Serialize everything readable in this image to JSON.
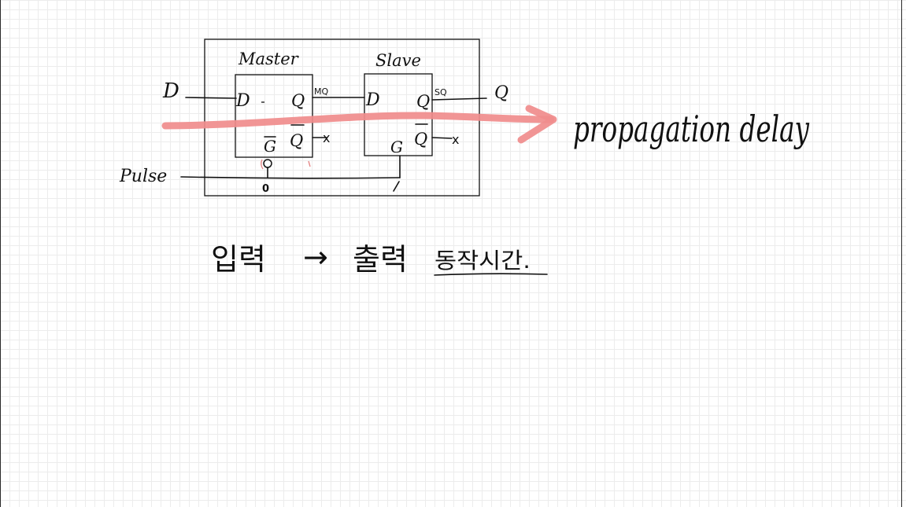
{
  "diagram": {
    "master": {
      "title": "Master",
      "d_pin": "D",
      "q_pin": "Q",
      "qbar_pin": "Q",
      "g_pin": "G",
      "q_wire_label": "MQ",
      "g_value": "0"
    },
    "slave": {
      "title": "Slave",
      "d_pin": "D",
      "q_pin": "Q",
      "qbar_pin": "Q",
      "g_pin": "G",
      "q_wire_label": "SQ",
      "g_value": "1"
    },
    "input_d": "D",
    "output_q": "Q",
    "pulse_label": "Pulse",
    "unused_output_mark": "x",
    "arrow_label": "propagation delay",
    "arrow_color": "#f08c8c",
    "note": {
      "input": "입력",
      "arrow": "→",
      "output": "출력",
      "underlined": "동작시간."
    }
  }
}
